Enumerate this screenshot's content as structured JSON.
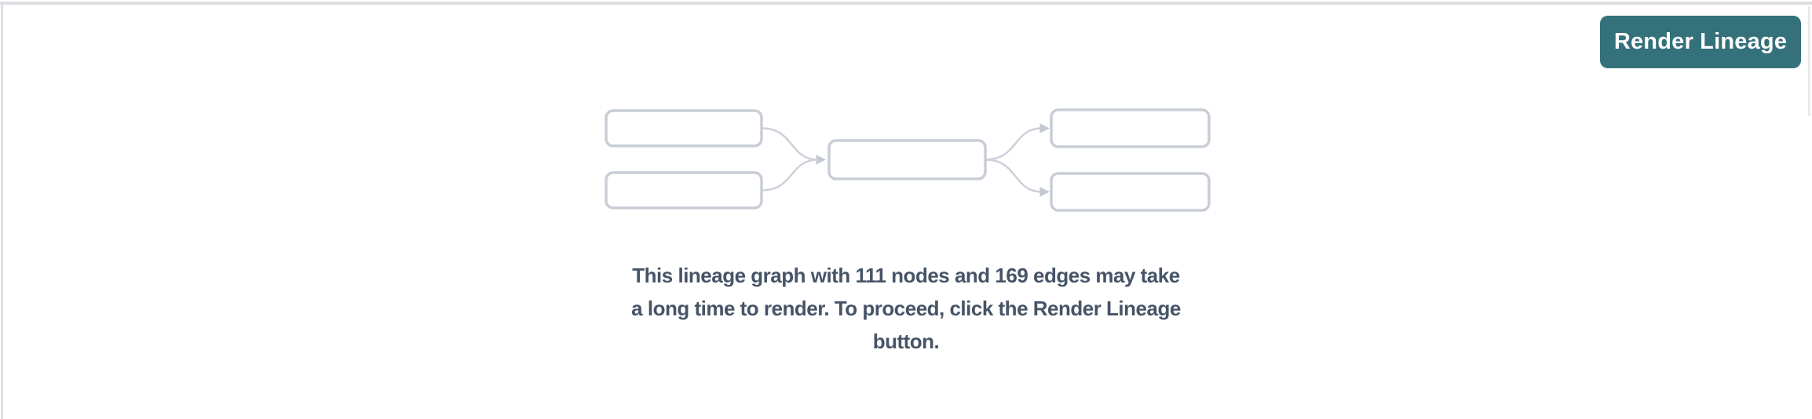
{
  "toolbar": {
    "render_button_label": "Render Lineage"
  },
  "message": {
    "line1": "This lineage graph with 111 nodes and 169 edges may take",
    "line2": "a long time to render. To proceed, click the Render Lineage",
    "line3": "button."
  },
  "lineage": {
    "node_count": 111,
    "edge_count": 169
  },
  "graphic": {
    "name": "lineage-graph-placeholder",
    "placeholder_node_count": 5,
    "placeholder_edge_count": 4
  },
  "colors": {
    "accent_teal": "#34717a",
    "button_text": "#ffffff",
    "message_text": "#475467",
    "node_border": "#c9cdd6",
    "edge_stroke": "#ccd1da",
    "divider": "#dedee3"
  }
}
